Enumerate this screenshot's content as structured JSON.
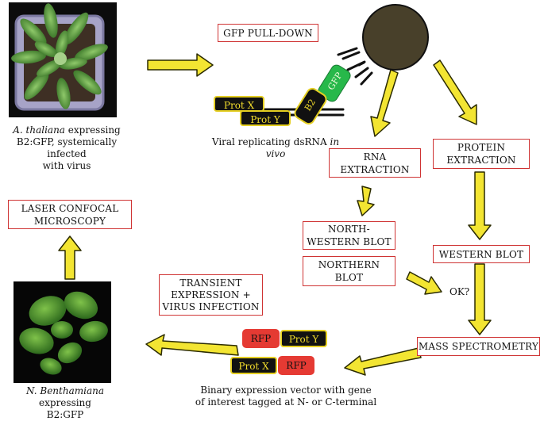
{
  "labels": {
    "gfp_pulldown": "GFP PULL-DOWN",
    "rna_extraction": "RNA\nEXTRACTION",
    "protein_extraction": "PROTEIN\nEXTRACTION",
    "north_western_blot": "NORTH-\nWESTERN BLOT",
    "northern_blot": "NORTHERN\nBLOT",
    "western_blot": "WESTERN BLOT",
    "mass_spectrometry": "MASS SPECTROMETRY",
    "laser_confocal": "LASER CONFOCAL\nMICROSCOPY",
    "transient_expression": "TRANSIENT\nEXPRESSION +\nVIRUS INFECTION",
    "ok": "OK?"
  },
  "proteins": {
    "prot_x": "Prot X",
    "prot_y": "Prot Y",
    "b2": "B2",
    "gfp": "GFP",
    "rfp": "RFP"
  },
  "captions": {
    "athaliana_species": "A. thaliana",
    "athaliana_rest1": " expressing",
    "athaliana_line2": "B2:GFP, systemically infected",
    "athaliana_line3": "with virus",
    "dsrna_main": "Viral replicating dsRNA ",
    "dsrna_italic": "in vivo",
    "binary_line1": "Binary expression vector with gene",
    "binary_line2": "of interest tagged at N- or C-terminal",
    "nbenth_species": "N. Benthamiana",
    "nbenth_rest1": " expressing",
    "nbenth_line2": "B2:GFP"
  },
  "colors": {
    "arrow_fill": "#f3e532",
    "arrow_stroke": "#2b2b00",
    "box_border": "#cf3434",
    "bead": "#48402a",
    "gfp": "#27b84a",
    "rfp": "#e53a33"
  }
}
